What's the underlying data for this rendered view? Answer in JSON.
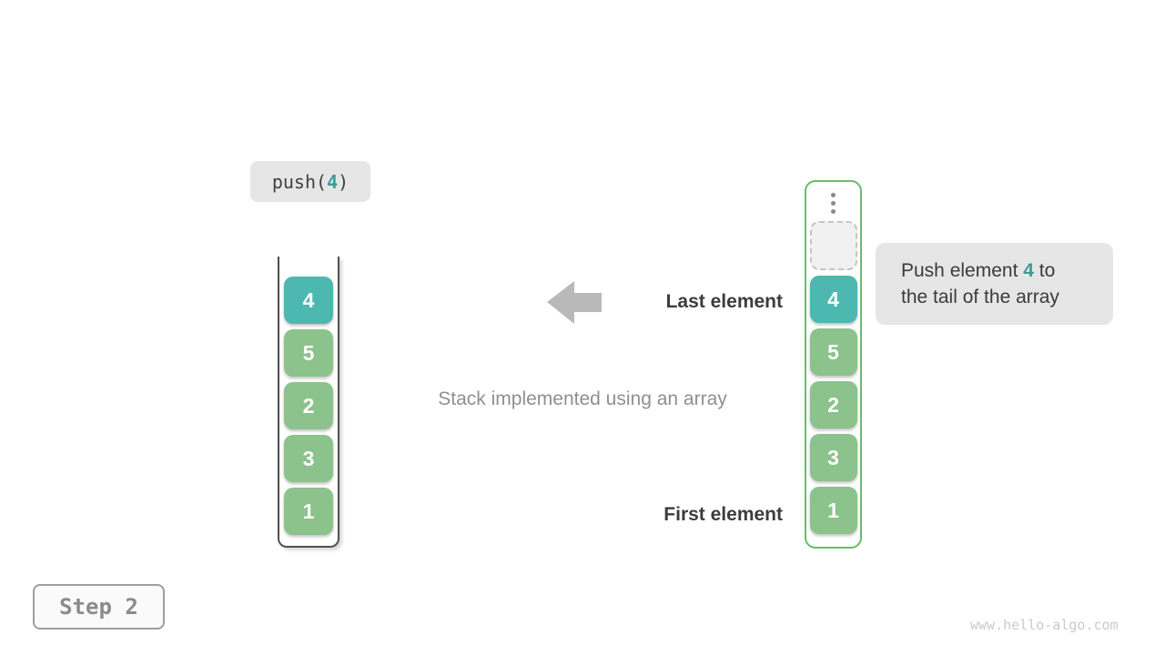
{
  "push_call": {
    "prefix": "push(",
    "arg": "4",
    "suffix": ")"
  },
  "stacks": {
    "left": {
      "values": [
        "4",
        "5",
        "2",
        "3",
        "1"
      ]
    },
    "right": {
      "values": [
        "4",
        "5",
        "2",
        "3",
        "1"
      ]
    }
  },
  "labels": {
    "last_element": "Last element",
    "first_element": "First element",
    "caption": "Stack implemented using an array"
  },
  "tooltip": {
    "line1_before": "Push element ",
    "highlight": "4",
    "line1_after": " to",
    "line2": "the tail of the array"
  },
  "step_badge": {
    "label": "Step 2"
  },
  "watermark": {
    "text": "www.hello-algo.com"
  },
  "colors": {
    "teal_cell": "#4cb8b0",
    "green_cell": "#8cc28c",
    "array_border_green": "#67bd6b",
    "highlight_text_teal": "#3b9e94",
    "dark_text": "#3c3c3c",
    "muted_text": "#8f8f8f",
    "bubble_background": "#e6e6e6",
    "arrow_gray": "#b9b9b9"
  }
}
